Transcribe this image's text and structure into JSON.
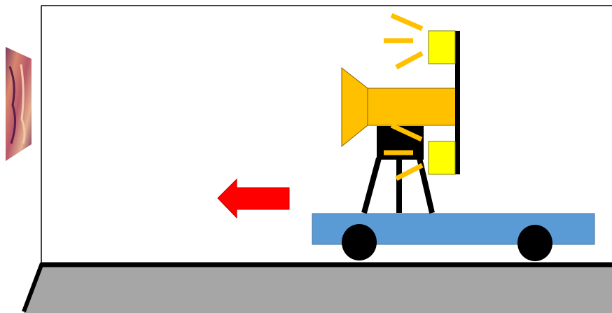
{
  "scene": {
    "arrow_color": "#ff0000",
    "cart_color": "#5b9bd5",
    "camera_color": "#ffc000",
    "light_color": "#ffff00",
    "light_ray_color": "#ffc000",
    "floor_color": "#a6a6a6",
    "frame_color": "#000000",
    "icons": [
      "test-chart-picture",
      "camera-on-tripod",
      "light-panel",
      "moving-cart",
      "direction-arrow-left"
    ]
  }
}
